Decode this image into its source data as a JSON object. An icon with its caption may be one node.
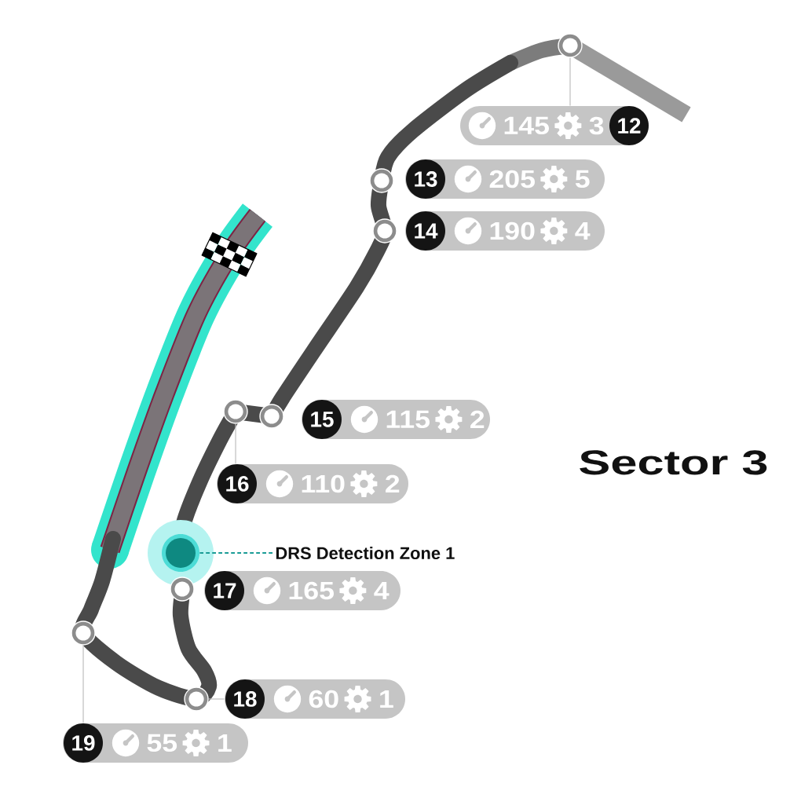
{
  "diagram": {
    "title": "Sector 3",
    "nodes": [
      {
        "text": [],
        "shape": "circle"
      },
      {
        "text": [
          "145",
          "3"
        ]
      },
      {
        "text": [
          "12"
        ],
        "in": 1
      },
      {
        "text": [],
        "shape": "circle"
      },
      {
        "text": [
          "205",
          "5"
        ]
      },
      {
        "text": [
          "13"
        ],
        "in": 4
      },
      {
        "text": [],
        "shape": "circle"
      },
      {
        "text": [
          "190",
          "4"
        ]
      },
      {
        "text": [
          "14"
        ],
        "in": 7
      },
      {
        "text": [],
        "shape": "circle"
      },
      {
        "text": [],
        "shape": "circle"
      },
      {
        "text": [
          "115",
          "2"
        ]
      },
      {
        "text": [
          "15"
        ],
        "in": 11
      },
      {
        "text": [
          "110",
          "2"
        ]
      },
      {
        "text": [
          "16"
        ],
        "in": 13
      },
      {
        "text": [],
        "shape": "circle"
      },
      {
        "text": [
          "DRS Detection Zone 1"
        ]
      },
      {
        "text": [],
        "shape": "circle"
      },
      {
        "text": [
          "165",
          "4"
        ]
      },
      {
        "text": [
          "17"
        ],
        "in": 18
      },
      {
        "text": [],
        "shape": "circle"
      },
      {
        "text": [],
        "shape": "circle"
      },
      {
        "text": [
          "60",
          "1"
        ]
      },
      {
        "text": [
          "18"
        ],
        "in": 22
      },
      {
        "text": [
          "55",
          "1"
        ]
      },
      {
        "text": [
          "19"
        ],
        "in": 24
      }
    ],
    "edges": [
      {
        "from": 1,
        "to": 0,
        "arrow": "none"
      },
      {
        "from": 13,
        "to": 9,
        "arrow": "none"
      },
      {
        "from": 16,
        "to": 15,
        "arrow": "none",
        "style": "dashed",
        "color": "#1a9c96"
      },
      {
        "from": 22,
        "to": 21,
        "arrow": "none"
      },
      {
        "from": 24,
        "to": 20,
        "arrow": "none"
      }
    ]
  }
}
